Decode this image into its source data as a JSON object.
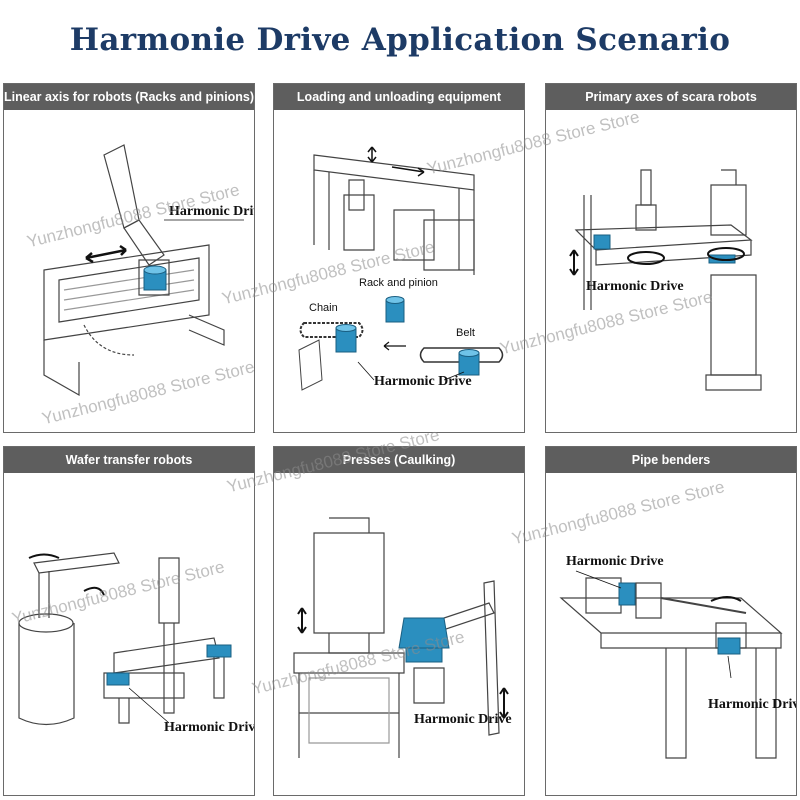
{
  "title": "Harmonie Drive Application Scenario",
  "colors": {
    "title": "#1d3b66",
    "header_bg": "#5e5e5e",
    "drive_blue": "#2b8fbf"
  },
  "panels": [
    {
      "header": "Linear axis for robots (Racks and pinions)",
      "labels": [
        "Harmonic Drive"
      ]
    },
    {
      "header": "Loading and unloading equipment",
      "labels": [
        "Rack and pinion",
        "Chain",
        "Belt",
        "Harmonic Drive"
      ]
    },
    {
      "header": "Primary axes of scara robots",
      "labels": [
        "Harmonic Drive"
      ]
    },
    {
      "header": "Wafer transfer robots",
      "labels": [
        "Harmonic Drive"
      ]
    },
    {
      "header": "Presses (Caulking)",
      "labels": [
        "Harmonic Drive"
      ]
    },
    {
      "header": "Pipe benders",
      "labels": [
        "Harmonic Drive",
        "Harmonic Drive"
      ]
    }
  ],
  "watermark": "Yunzhongfu8088 Store Store"
}
